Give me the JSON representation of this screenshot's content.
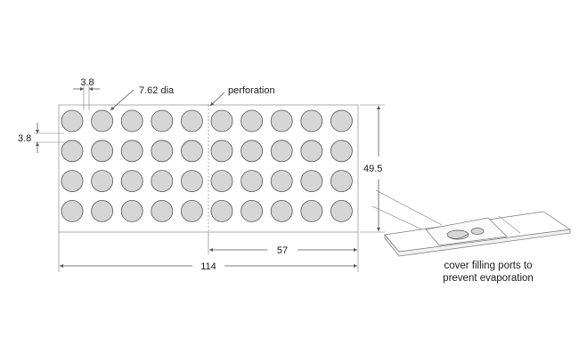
{
  "labels": {
    "well_spacing_h": "3.8",
    "well_diameter": "7.62 dia",
    "perforation": "perforation",
    "well_spacing_v": "3.8",
    "height": "49.5",
    "half_width": "57",
    "total_width": "114",
    "caption_line1": "cover filling ports to",
    "caption_line2": "prevent evaporation"
  },
  "grid": {
    "rows": 4,
    "columns": 10,
    "perforation_after_column": 5
  },
  "colors": {
    "well_fill": "#d6d6d6",
    "outline": "#555555",
    "sheet_border": "#9a9a9a"
  }
}
